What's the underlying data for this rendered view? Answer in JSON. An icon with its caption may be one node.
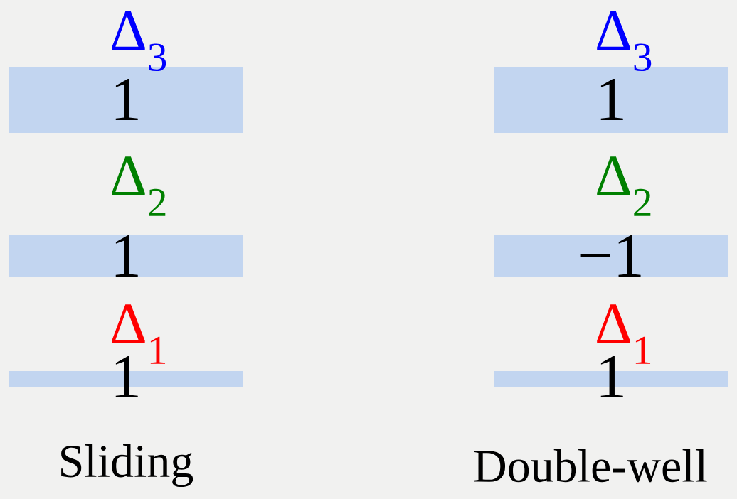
{
  "diagram": {
    "nodes": [
      {
        "text": [
          "1"
        ]
      },
      {
        "text": [
          "1"
        ]
      },
      {
        "text": [
          "1"
        ]
      },
      {
        "text": [
          "1"
        ]
      },
      {
        "text": [
          "−1"
        ]
      },
      {
        "text": [
          "1"
        ]
      }
    ],
    "labels": [
      "Δ$_{3}$",
      "Δ$_{2}$",
      "Δ$_{1}$",
      "Sliding",
      "Δ$_{3}$",
      "Δ$_{2}$",
      "Δ$_{1}$",
      "Double-well"
    ]
  }
}
